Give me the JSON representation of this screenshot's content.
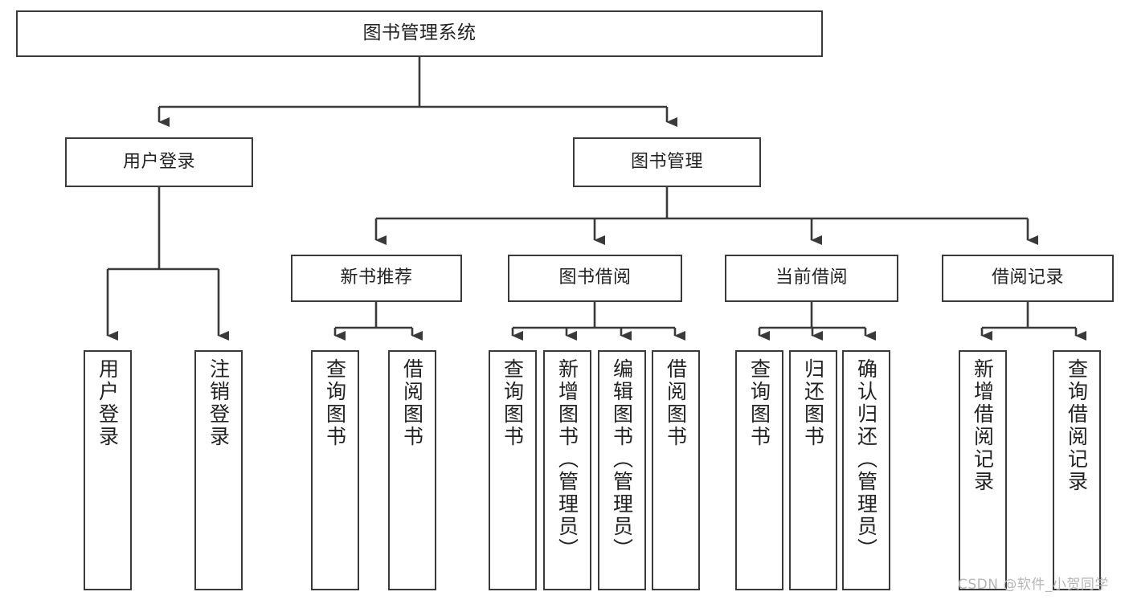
{
  "diagram": {
    "title": "图书管理系统",
    "type": "hierarchy-tree",
    "root": {
      "label": "图书管理系统"
    },
    "level2": [
      {
        "label": "用户登录"
      },
      {
        "label": "图书管理"
      }
    ],
    "level3": [
      {
        "label": "新书推荐"
      },
      {
        "label": "图书借阅"
      },
      {
        "label": "当前借阅"
      },
      {
        "label": "借阅记录"
      }
    ],
    "leaves": {
      "user_login": [
        {
          "label": "用户登录"
        },
        {
          "label": "注销登录"
        }
      ],
      "new_book_recommend": [
        {
          "label": "查询图书"
        },
        {
          "label": "借阅图书"
        }
      ],
      "book_borrow": [
        {
          "label": "查询图书"
        },
        {
          "label": "新增图书（管理员）"
        },
        {
          "label": "编辑图书（管理员）"
        },
        {
          "label": "借阅图书"
        }
      ],
      "current_borrow": [
        {
          "label": "查询图书"
        },
        {
          "label": "归还图书"
        },
        {
          "label": "确认归还（管理员）"
        }
      ],
      "borrow_record": [
        {
          "label": "新增借阅记录"
        },
        {
          "label": "查询借阅记录"
        }
      ]
    }
  },
  "watermark": {
    "text": "CSDN @软件_小贺同学"
  },
  "colors": {
    "stroke": "#3a3a3a",
    "text": "#222222",
    "background": "#ffffff",
    "watermark": "#b6b6b6"
  }
}
